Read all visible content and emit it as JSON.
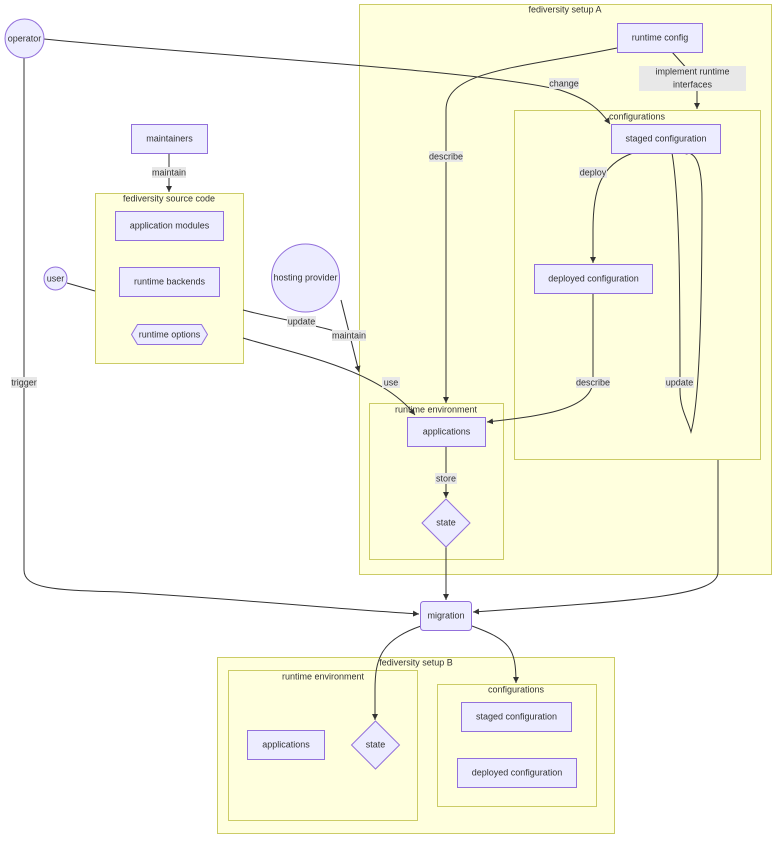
{
  "clusters": {
    "setup_a": "fediversity setup A",
    "setup_a_configs": "configurations",
    "setup_a_runtime": "runtime environment",
    "source_code": "fediversity source code",
    "setup_b": "fediversity setup B",
    "setup_b_runtime": "runtime environment",
    "setup_b_configs": "configurations"
  },
  "nodes": {
    "operator": "operator",
    "user": "user",
    "maintainers": "maintainers",
    "application_modules": "application modules",
    "runtime_backends": "runtime backends",
    "runtime_options": "runtime options",
    "hosting_provider": "hosting provider",
    "runtime_config": "runtime config",
    "implement_line1": "implement runtime",
    "implement_line2": "interfaces",
    "staged_config_a": "staged configuration",
    "deployed_config_a": "deployed configuration",
    "applications_a": "applications",
    "state_a": "state",
    "migration": "migration",
    "applications_b": "applications",
    "state_b": "state",
    "staged_config_b": "staged configuration",
    "deployed_config_b": "deployed configuration"
  },
  "edge_labels": {
    "maintain_1": "maintain",
    "maintain_2": "maintain",
    "update_1": "update",
    "use": "use",
    "trigger": "trigger",
    "describe_1": "describe",
    "change": "change",
    "deploy": "deploy",
    "describe_2": "describe",
    "update_2": "update",
    "store": "store"
  },
  "colors": {
    "cluster_fill": "#ffffde",
    "cluster_stroke": "#cccc66",
    "node_fill": "#ececff",
    "node_stroke": "#9370db",
    "edge": "#333333",
    "label_bg": "#e8e8e8"
  }
}
